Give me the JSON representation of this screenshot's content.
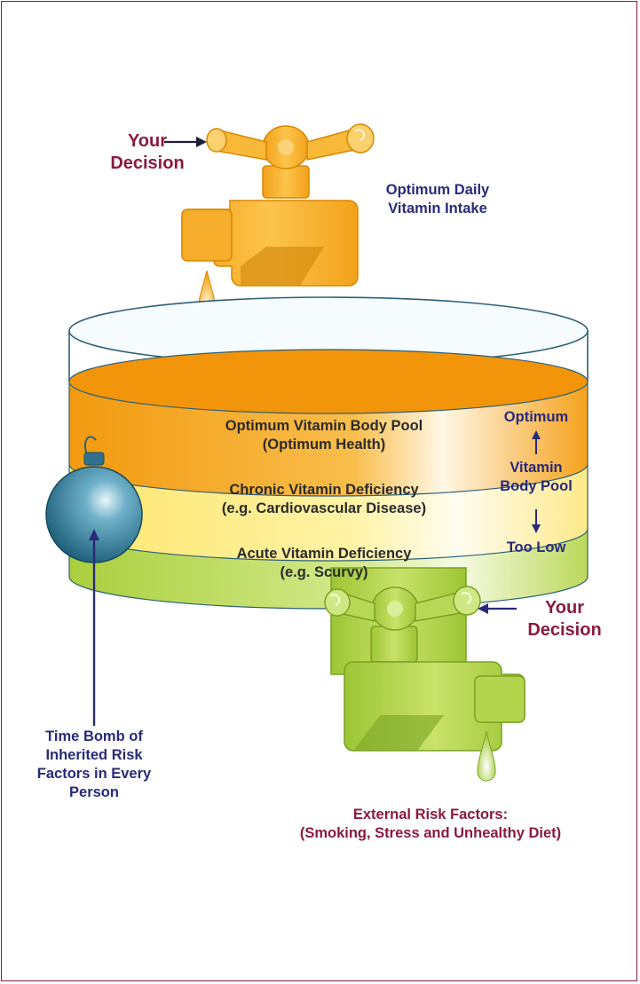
{
  "top_tap": {
    "decision_label": [
      "Your",
      "Decision"
    ],
    "intake_label": [
      "Optimum Daily",
      "Vitamin Intake"
    ]
  },
  "tank_levels": [
    {
      "title": "Optimum Vitamin Body Pool",
      "subtitle": "(Optimum Health)",
      "color": "#f7a922"
    },
    {
      "title": "Chronic Vitamin Deficiency",
      "subtitle": "(e.g. Cardiovascular Disease)",
      "color": "#fff3a8"
    },
    {
      "title": "Acute Vitamin Deficiency",
      "subtitle": "(e.g. Scurvy)",
      "color": "#c4de52"
    }
  ],
  "scale": {
    "top": "Optimum",
    "middle": [
      "Vitamin",
      "Body Pool"
    ],
    "bottom": "Too Low"
  },
  "bomb_label": [
    "Time Bomb of",
    "Inherited Risk",
    "Factors in Every",
    "Person"
  ],
  "bottom_tap": {
    "decision_label": [
      "Your",
      "Decision"
    ],
    "external_label": [
      "External Risk Factors:",
      "(Smoking, Stress and Unhealthy Diet)"
    ]
  },
  "colors": {
    "maroon": "#8b1a3f",
    "navy": "#2a2a7a",
    "orange": "#f7a922",
    "green": "#9cc534"
  }
}
